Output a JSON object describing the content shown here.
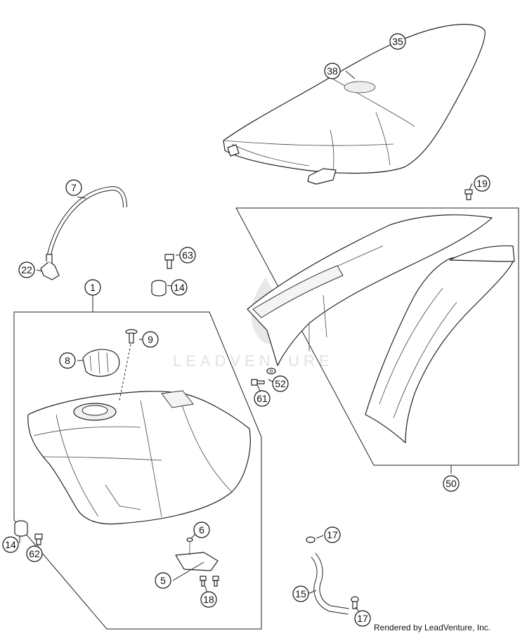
{
  "diagram": {
    "callouts": {
      "c35": "35",
      "c38": "38",
      "c19": "19",
      "c7": "7",
      "c22": "22",
      "c63": "63",
      "c14a": "14",
      "c1": "1",
      "c9": "9",
      "c8": "8",
      "c52": "52",
      "c61": "61",
      "c50": "50",
      "c6": "6",
      "c14b": "14",
      "c62": "62",
      "c5": "5",
      "c18": "18",
      "c17a": "17",
      "c15": "15",
      "c17b": "17"
    },
    "watermark": "LEADVENTURE",
    "credit": "Rendered by LeadVenture, Inc."
  }
}
